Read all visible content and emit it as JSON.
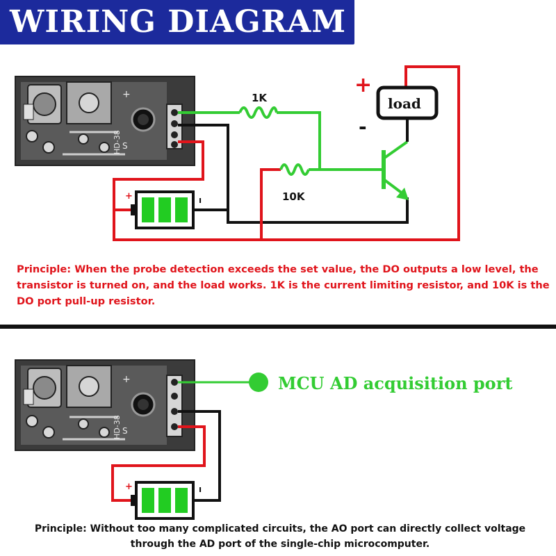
{
  "header": {
    "title": "WIRING DIAGRAM",
    "bar_color": "#1c2a9c"
  },
  "top_diagram": {
    "resistor_1": "1K",
    "resistor_2": "10K",
    "load_label": "load",
    "plus_sign": "+",
    "minus_sign": "-",
    "battery_plus": "+",
    "battery_minus": "ı",
    "board_label": "HD-38"
  },
  "top_principle": "Principle: When the probe detection exceeds the set value, the DO outputs a low level, the transistor is turned on, and the load works. 1K is the current limiting resistor, and 10K is the DO port pull-up resistor.",
  "bottom_diagram": {
    "mcu_label": "MCU AD acquisition port",
    "battery_plus": "+",
    "battery_minus": "ı",
    "board_label": "HD-38"
  },
  "bottom_principle": "Principle: Without too many complicated circuits, the AO port can directly collect voltage through the AD port of the single-chip microcomputer.",
  "colors": {
    "green_wire": "#33cc33",
    "red_wire": "#e0141b",
    "black_wire": "#111111",
    "battery_cell": "#22cc22"
  }
}
